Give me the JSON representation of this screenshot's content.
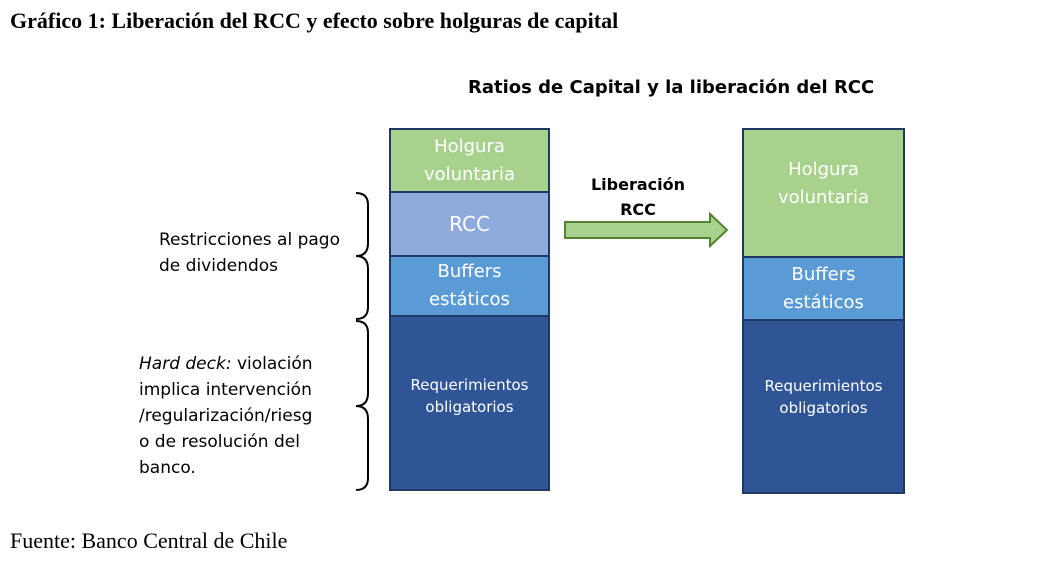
{
  "figure_title": "Gráfico 1: Liberación del RCC y efecto sobre holguras de capital",
  "diagram_title": "Ratios de Capital y la liberación del RCC",
  "source": "Fuente: Banco Central de Chile",
  "left_stack": {
    "holgura_line1": "Holgura",
    "holgura_line2": "voluntaria",
    "rcc": "RCC",
    "buffers_line1": "Buffers",
    "buffers_line2": "estáticos",
    "req_line1": "Requerimientos",
    "req_line2": "obligatorios"
  },
  "right_stack": {
    "holgura_line1": "Holgura",
    "holgura_line2": "voluntaria",
    "buffers_line1": "Buffers",
    "buffers_line2": "estáticos",
    "req_line1": "Requerimientos",
    "req_line2": "obligatorios"
  },
  "arrow": {
    "line1": "Liberación",
    "line2": "RCC"
  },
  "annotations": {
    "restrictions_line1": "Restricciones al pago",
    "restrictions_line2": "de dividendos",
    "hard_deck_italic": "Hard deck:",
    "hard_deck_rest1": " violación",
    "hard_deck_line2": "implica intervención",
    "hard_deck_line3": "/regularización/riesg",
    "hard_deck_line4": "o de resolución del",
    "hard_deck_line5": "banco."
  },
  "colors": {
    "holgura": "#a9d18e",
    "rcc": "#8faadc",
    "buffers": "#5b9bd5",
    "requerimientos": "#2f5597",
    "border": "#1f3864",
    "arrow_fill": "#a9d18e",
    "arrow_stroke": "#548235"
  }
}
